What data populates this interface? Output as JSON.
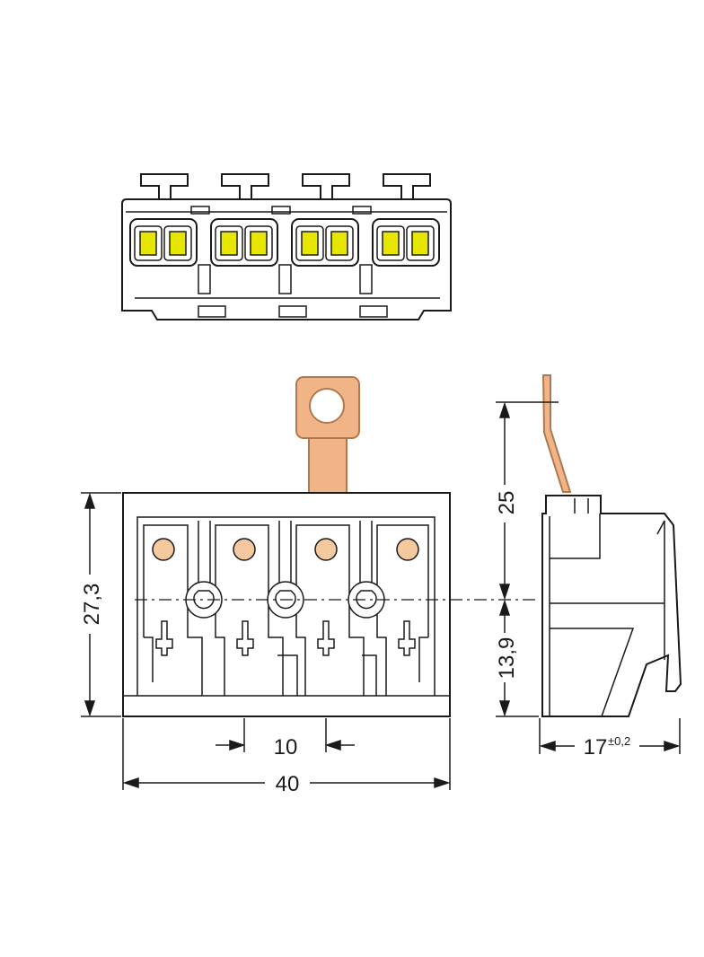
{
  "dimensions": {
    "height_total": "27,3",
    "width_total": "40",
    "pitch": "10",
    "pin_height": "25",
    "lower_height": "13,9",
    "depth": "17",
    "depth_tolerance": "±0,2"
  },
  "colors": {
    "outline": "#1a1a1a",
    "lever_yellow": "#e6e600",
    "contact_orange": "#f4c9a0",
    "tab_orange": "#f0b487",
    "tab_edge": "#b07850"
  }
}
